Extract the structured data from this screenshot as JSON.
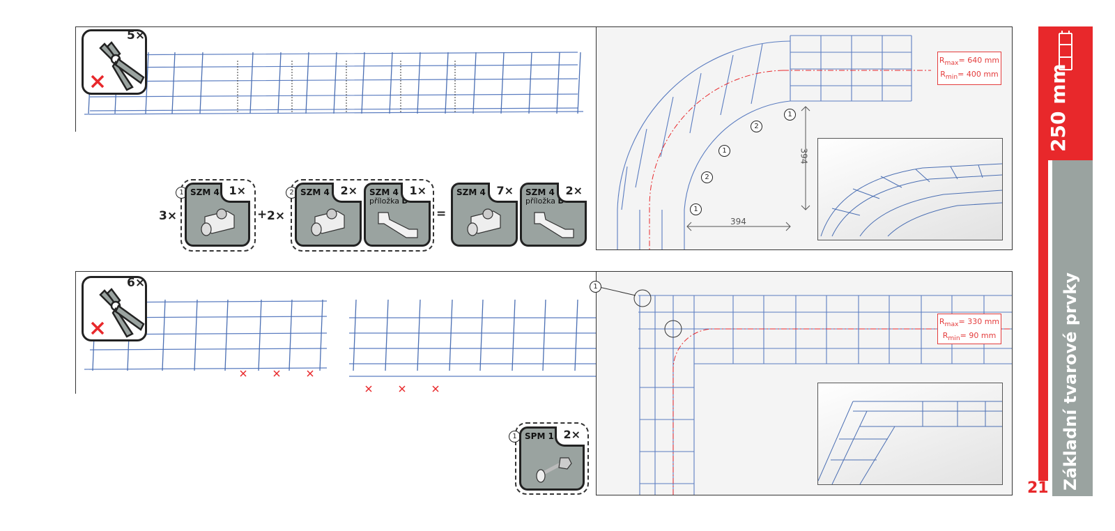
{
  "section": {
    "width_label": "250 mm",
    "title": "Základní tvarové prvky",
    "page_number": "21"
  },
  "step1": {
    "cut_count": "5×",
    "multiplier_a": "3×",
    "plus": "+",
    "multiplier_b": "2×",
    "equals": "=",
    "group1_marker": "1",
    "group2_marker": "2",
    "group1": [
      {
        "label": "SZM 4",
        "sub": "",
        "count": "1×"
      }
    ],
    "group2": [
      {
        "label": "SZM 4",
        "sub": "",
        "count": "2×"
      },
      {
        "label": "SZM 4",
        "sub": "příložka",
        "sub_bold": "D",
        "count": "1×"
      }
    ],
    "result": [
      {
        "label": "SZM 4",
        "sub": "",
        "count": "7×"
      },
      {
        "label": "SZM 4",
        "sub": "příložka",
        "sub_bold": "D",
        "count": "2×"
      }
    ],
    "radius": {
      "rmax_base": "R",
      "rmax_sub": "max",
      "rmax_value": "= 640 mm",
      "rmin_base": "R",
      "rmin_sub": "min",
      "rmin_value": "= 400 mm"
    },
    "dimension_vertical": "394",
    "dimension_horizontal": "394",
    "callouts": [
      "1",
      "2",
      "1",
      "2",
      "1"
    ]
  },
  "step2": {
    "cut_count": "6×",
    "marker": "1",
    "part": {
      "label": "SPM 1",
      "count": "2×"
    },
    "callout": "1",
    "radius": {
      "rmax_base": "R",
      "rmax_sub": "max",
      "rmax_value": "= 330 mm",
      "rmin_base": "R",
      "rmin_sub": "min",
      "rmin_value": "= 90 mm"
    }
  },
  "colors": {
    "accent_red": "#e8282b",
    "grey": "#9aa3a0",
    "wire_blue": "#4b6fb3"
  },
  "icons": [
    "bolt-cutter-icon",
    "red-cross-icon",
    "screw-connector-icon",
    "plate-connector-icon",
    "bolt-icon"
  ]
}
